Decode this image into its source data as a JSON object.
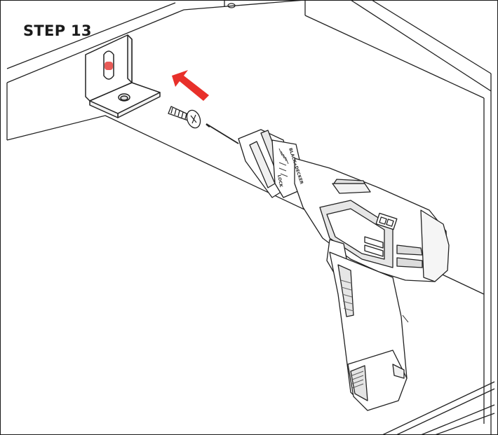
{
  "step": {
    "title": "STEP 13"
  },
  "colors": {
    "line": "#222222",
    "arrow": "#e8302a",
    "mark": "#e85b57",
    "background": "#ffffff"
  },
  "drill": {
    "brand_text": "BLACK+DECKER",
    "lock_text": "LOCK"
  }
}
